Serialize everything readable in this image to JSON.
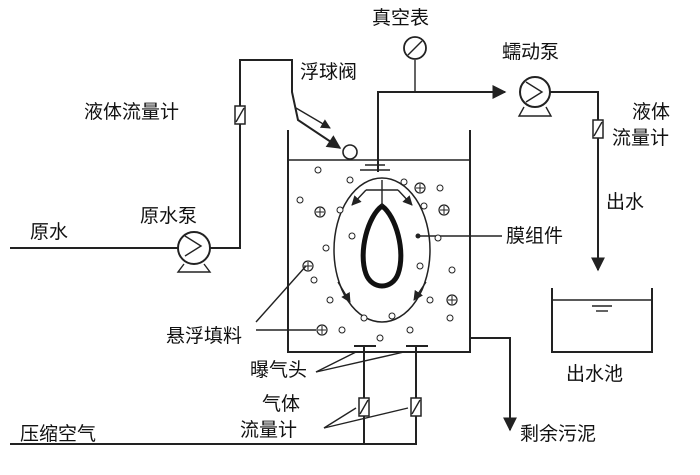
{
  "labels": {
    "raw_water": "原水",
    "raw_pump": "原水泵",
    "liquid_flowmeter_left": "液体流量计",
    "float_valve": "浮球阀",
    "vacuum_gauge": "真空表",
    "peristaltic_pump": "蠕动泵",
    "liquid_flowmeter_right_1": "液体",
    "liquid_flowmeter_right_2": "流量计",
    "effluent": "出水",
    "membrane_module": "膜组件",
    "suspended_carrier": "悬浮填料",
    "aerator": "曝气头",
    "effluent_tank": "出水池",
    "gas_flowmeter_1": "气体",
    "gas_flowmeter_2": "流量计",
    "compressed_air": "压缩空气",
    "excess_sludge": "剩余污泥"
  }
}
